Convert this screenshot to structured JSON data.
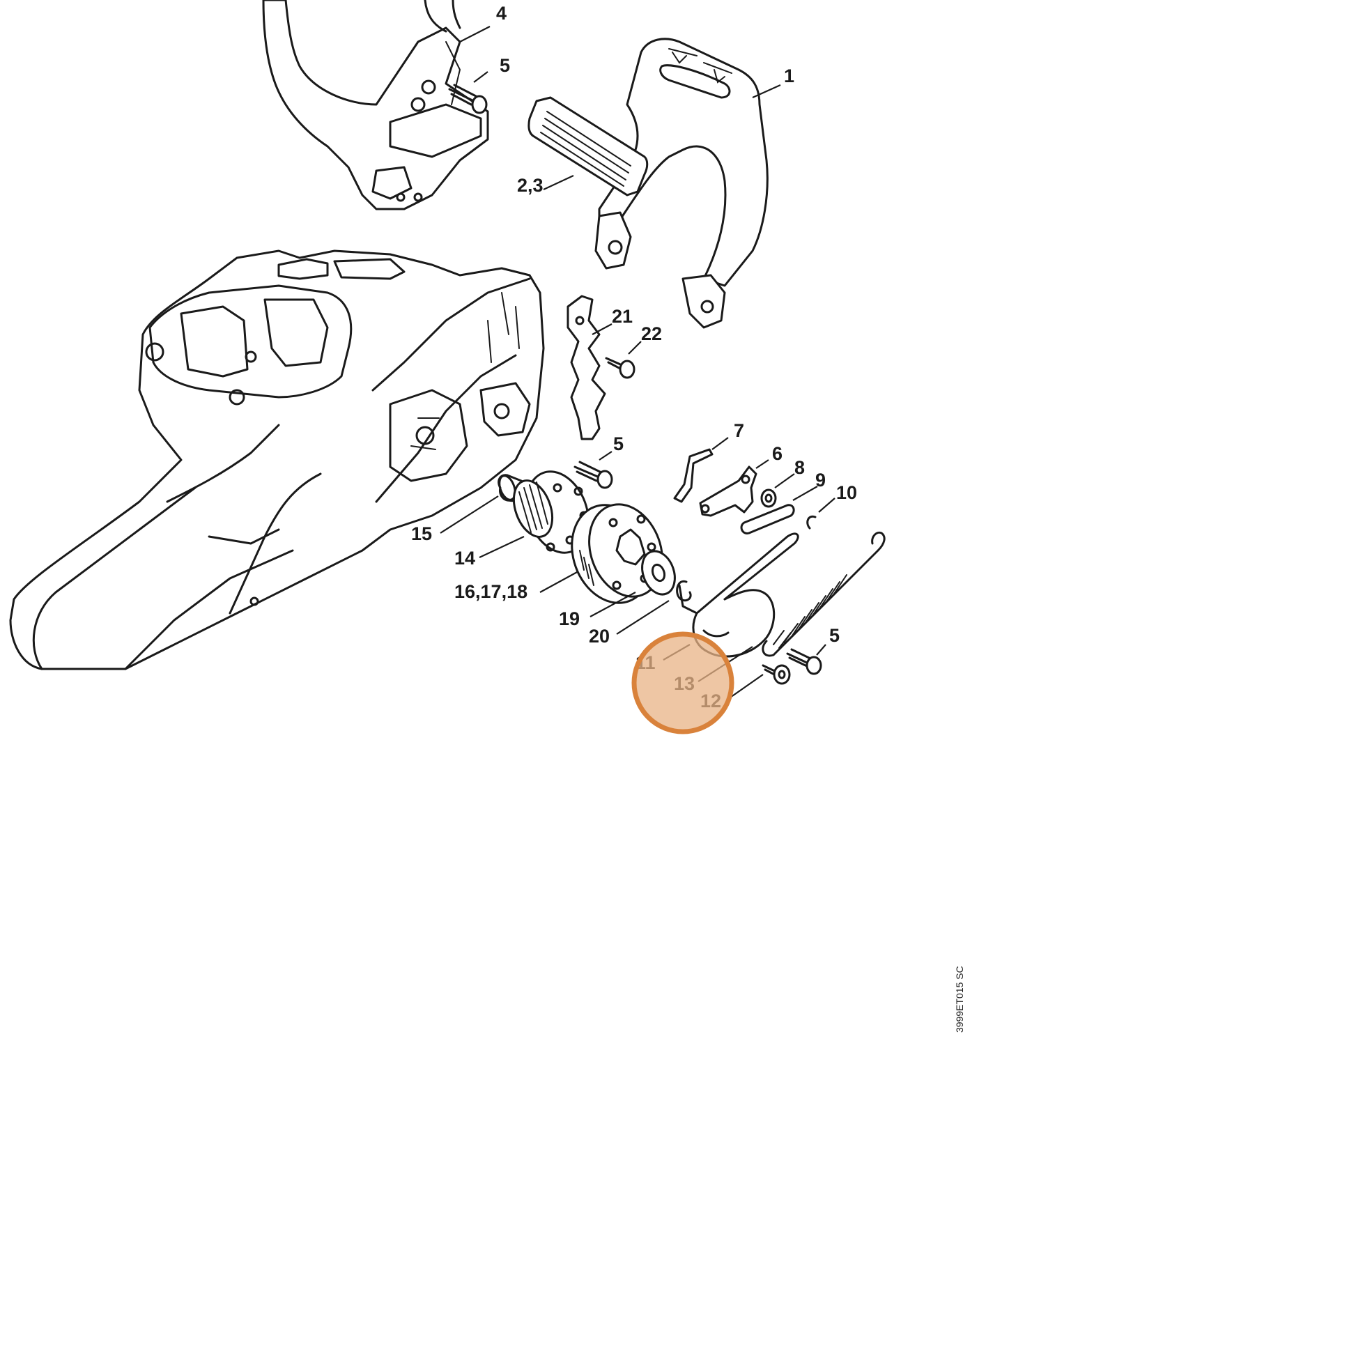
{
  "diagram": {
    "callouts": [
      {
        "id": "c1",
        "text": "1"
      },
      {
        "id": "c23",
        "text": "2,3"
      },
      {
        "id": "c4",
        "text": "4"
      },
      {
        "id": "c5a",
        "text": "5"
      },
      {
        "id": "c21",
        "text": "21"
      },
      {
        "id": "c22",
        "text": "22"
      },
      {
        "id": "c5b",
        "text": "5"
      },
      {
        "id": "c7",
        "text": "7"
      },
      {
        "id": "c6",
        "text": "6"
      },
      {
        "id": "c8",
        "text": "8"
      },
      {
        "id": "c9",
        "text": "9"
      },
      {
        "id": "c10",
        "text": "10"
      },
      {
        "id": "c15",
        "text": "15"
      },
      {
        "id": "c14",
        "text": "14"
      },
      {
        "id": "c161718",
        "text": "16,17,18"
      },
      {
        "id": "c19",
        "text": "19"
      },
      {
        "id": "c20",
        "text": "20"
      },
      {
        "id": "c11",
        "text": "11"
      },
      {
        "id": "c13",
        "text": "13"
      },
      {
        "id": "c12",
        "text": "12"
      },
      {
        "id": "c5c",
        "text": "5"
      }
    ],
    "drawing_code": "3999ET015 SC",
    "highlight": {
      "color": "#d9823b",
      "fill": "#e8b385",
      "target_callouts": [
        "11",
        "13",
        "12"
      ]
    }
  }
}
